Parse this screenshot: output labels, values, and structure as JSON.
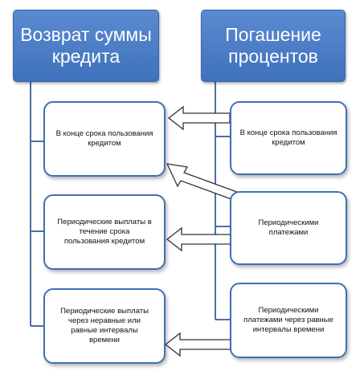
{
  "left": {
    "header": "Возврат суммы\nкредита",
    "items": [
      "В конце срока пользования\nкредитом",
      "Периодические выплаты в\nтечение срока\nпользования кредитом",
      "Периодические выплаты\nчерез неравные или\nравные интервалы\nвремени"
    ]
  },
  "right": {
    "header": "Погашение\nпроцентов",
    "items": [
      "В конце срока пользования\nкредитом",
      "Периодическими\nплатежами",
      "Периодическими\nплатежами через равные\nинтервалы времени"
    ]
  },
  "colors": {
    "header_fill": "#4a7cc6",
    "border": "#3f6fb5",
    "connector": "#4a6fa5"
  }
}
